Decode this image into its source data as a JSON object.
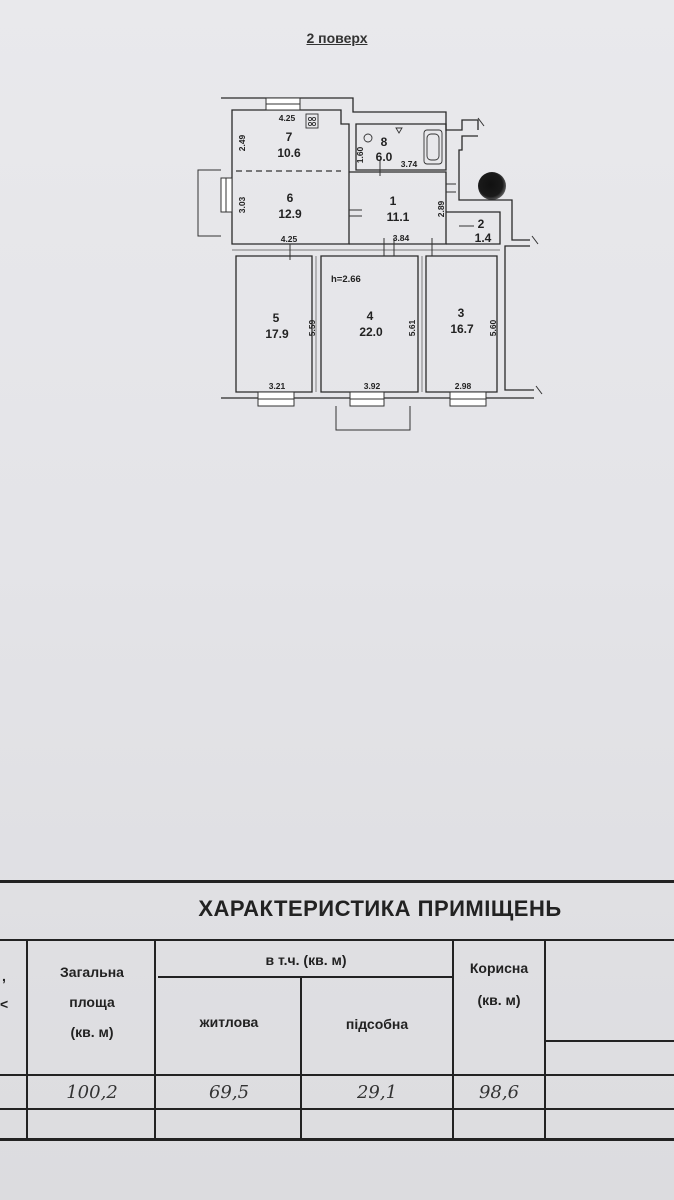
{
  "plan": {
    "floor_title": "2 поверх",
    "ceiling_height": "h=2.66",
    "rooms": [
      {
        "num": "1",
        "area": "11.1"
      },
      {
        "num": "2",
        "area": "1.4"
      },
      {
        "num": "3",
        "area": "16.7"
      },
      {
        "num": "4",
        "area": "22.0"
      },
      {
        "num": "5",
        "area": "17.9"
      },
      {
        "num": "6",
        "area": "12.9"
      },
      {
        "num": "7",
        "area": "10.6"
      },
      {
        "num": "8",
        "area": "6.0"
      }
    ],
    "dimensions": {
      "kitchen_width": "4.25",
      "kitchen_height": "2.49",
      "room6_height": "3.03",
      "room6_width": "4.25",
      "bath_height": "1.60",
      "bath_width": "3.74",
      "hall_height": "2.89",
      "hall_width": "3.84",
      "room5_height": "5.59",
      "room4_height": "5.61",
      "room3_height": "5.60",
      "room5_width": "3.21",
      "room4_width": "3.92",
      "room3_width": "2.98"
    }
  },
  "table": {
    "title": "ХАРАКТЕРИСТИКА ПРИМІЩЕНЬ",
    "col_total_line1": "Загальна",
    "col_total_line2": "площа",
    "col_total_line3": "(кв. м)",
    "col_group": "в т.ч. (кв. м)",
    "col_living": "житлова",
    "col_aux": "підсобна",
    "col_useful_line1": "Корисна",
    "col_useful_line2": "(кв. м)",
    "left_marks": [
      ",",
      "<"
    ],
    "values": {
      "total": "100,2",
      "living": "69,5",
      "aux": "29,1",
      "useful": "98,6"
    }
  }
}
